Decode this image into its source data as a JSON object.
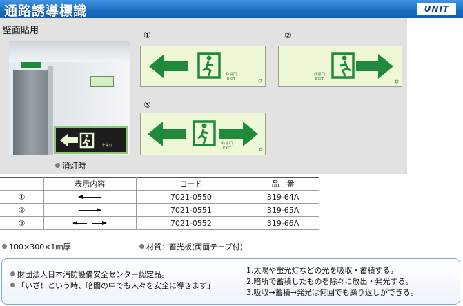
{
  "header": {
    "title": "通路誘導標識",
    "logo": "UNIT",
    "accent": "#1c6fc4"
  },
  "section_title": "壁面貼用",
  "night_caption": "消灯時",
  "night_sign_text": "非常口",
  "products": [
    {
      "marker": "①",
      "direction": "left",
      "text_jp": "非常口",
      "text_en": "EXIT"
    },
    {
      "marker": "②",
      "direction": "right",
      "text_jp": "非常口",
      "text_en": "EXIT"
    },
    {
      "marker": "③",
      "direction": "both",
      "text_jp": "非常口",
      "text_en": "EXIT"
    }
  ],
  "sign_colors": {
    "background": "#eef8d6",
    "symbol": "#1f8a3c"
  },
  "table": {
    "headers": [
      "",
      "表示内容",
      "コード",
      "品　番"
    ],
    "rows": [
      {
        "marker": "①",
        "display": "left",
        "code": "7021-0550",
        "part": "319-64A"
      },
      {
        "marker": "②",
        "display": "right",
        "code": "7021-0551",
        "part": "319-65A"
      },
      {
        "marker": "③",
        "display": "both",
        "code": "7021-0552",
        "part": "319-66A"
      }
    ]
  },
  "specs": {
    "size": "100×300×1㎜厚",
    "material": "材質：畜光板(両面テープ付)"
  },
  "info": {
    "left": [
      "財団法人日本消防設備安全センター認定品。",
      "「いざ！という時、暗闇の中でも人々を安全に導きます」"
    ],
    "right": [
      "1.太陽や蛍光灯などの光を吸収・蓄積する。",
      "2.暗所で蓄積したものを除々に放出・発光する。",
      "3.吸収→蓄積→発光は何回でも繰り返しができる。"
    ]
  }
}
